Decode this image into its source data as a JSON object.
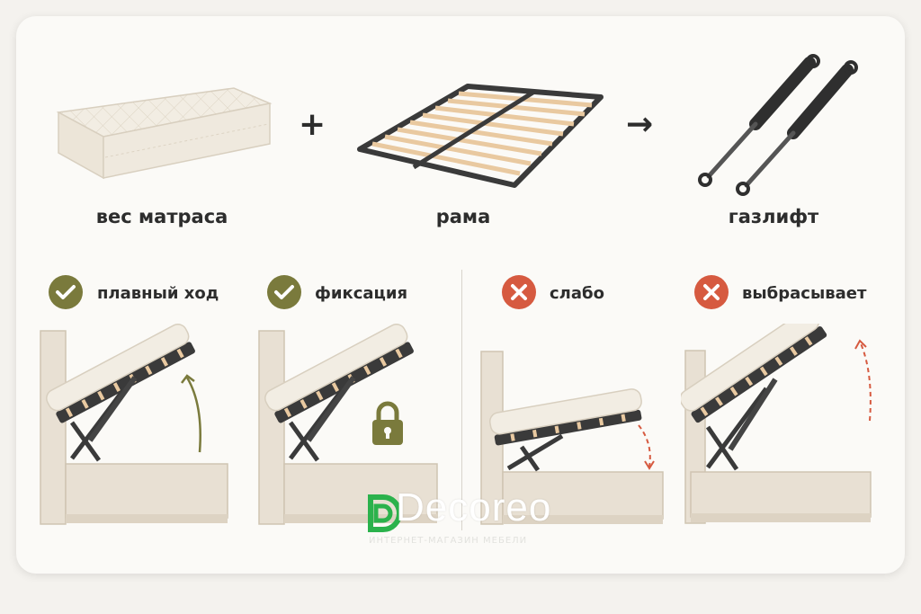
{
  "top": {
    "mattress_label": "вес матраса",
    "frame_label": "рама",
    "gaslift_label": "газлифт",
    "plus_symbol": "+",
    "arrow_symbol": "→"
  },
  "states": [
    {
      "label": "плавный ход",
      "type": "good",
      "icon": "check-icon"
    },
    {
      "label": "фиксация",
      "type": "good",
      "icon": "check-icon"
    },
    {
      "label": "слабо",
      "type": "bad",
      "icon": "cross-icon"
    },
    {
      "label": "выбрасывает",
      "type": "bad",
      "icon": "cross-icon"
    }
  ],
  "logo": {
    "brand": "Decoreo",
    "tagline": "ИНТЕРНЕТ-МАГАЗИН МЕБЕЛИ"
  },
  "colors": {
    "good": "#7a7a3c",
    "bad": "#d65a40",
    "logo_green": "#2bb24c",
    "fabric": "#e8e0d3",
    "metal": "#3a3a3a",
    "slat": "#e9c9a0"
  }
}
